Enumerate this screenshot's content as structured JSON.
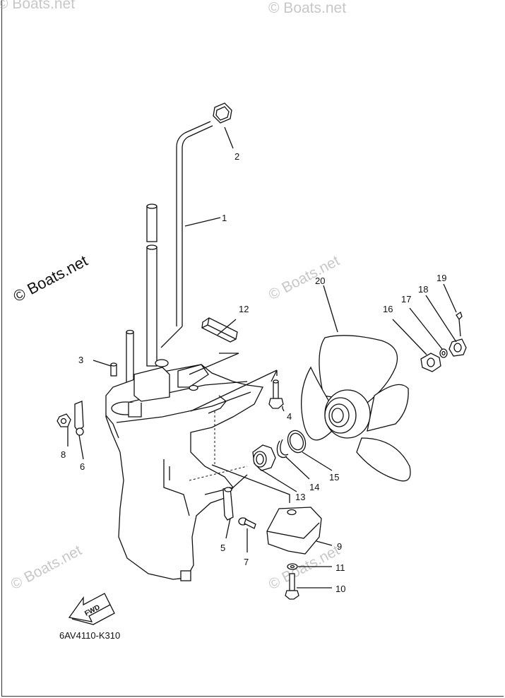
{
  "diagram": {
    "drawing_code": "6AV4110-K310",
    "watermark_text": "© Boats.net",
    "fwd_label": "FWD",
    "callouts": [
      "1",
      "2",
      "3",
      "4",
      "5",
      "6",
      "7",
      "8",
      "9",
      "10",
      "11",
      "12",
      "13",
      "14",
      "15",
      "16",
      "17",
      "18",
      "19",
      "20"
    ]
  }
}
